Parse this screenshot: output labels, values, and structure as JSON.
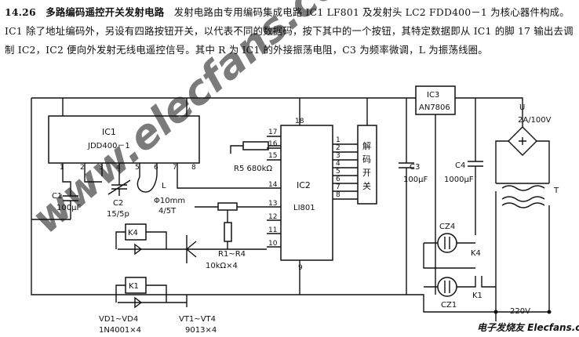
{
  "description": {
    "number": "14.26",
    "heading": "多路编码遥控开关发射电路",
    "body": "发射电路由专用编码集成电路 IC1 LF801 及发射头 LC2 FDD400－1 为核心器件构成。IC1 除了地址编码外，另设有四路按钮开关，以代表不同的数据码，按下其中的一个按钮，其特定数据即从 IC1 的脚 17 输出去调制 IC2，IC2 便向外发射无线电遥控信号。其中 R 为 IC1 的外接振荡电阻，C3 为频率微调，L 为振荡线圈。"
  },
  "components": {
    "ic1_label": "IC1",
    "ic1_part": "JDD400－1",
    "ic1_pins": [
      "1",
      "2",
      "3",
      "4",
      "5",
      "6",
      "7",
      "8"
    ],
    "ic2_label": "IC2",
    "ic2_part": "LI801",
    "ic2_pin_top": "18",
    "ic2_pin_bottom": "9",
    "ic2_left_pins": [
      "17",
      "16",
      "15",
      "14",
      "13",
      "12",
      "11",
      "10"
    ],
    "ic2_right_pins": [
      "1",
      "2",
      "3",
      "4",
      "5",
      "6",
      "7",
      "8"
    ],
    "ic3_label": "IC3",
    "ic3_part": "AN7806",
    "decoder_chars": [
      "解",
      "码",
      "开",
      "关"
    ],
    "r5": "R5 680kΩ",
    "c1_label": "C1",
    "c1_value": "100μF",
    "c2_label": "C2",
    "c2_value": "15/5p",
    "coil_label": "L",
    "coil_spec_1": "Φ10mm",
    "coil_spec_2": "4/5T",
    "c3_label": "C3",
    "c3_value": "100μF",
    "c4_label": "C4",
    "c4_value": "1000μF",
    "rect_label": "U",
    "rect_value": "2A/100V",
    "transformer_label": "T",
    "k4": "K4",
    "k1": "K1",
    "cz4": "CZ4",
    "cz1": "CZ1",
    "r1r4": "R1~R4",
    "r1r4_value": "10kΩ×4",
    "vd_label": "VD1~VD4",
    "vd_value": "1N4001×4",
    "vt_label": "VT1~VT4",
    "vt_value": "9013×4",
    "mains": "220V"
  },
  "watermark": "www.elecfans.com",
  "logo_text": "电子发烧友 Elecfans.com"
}
